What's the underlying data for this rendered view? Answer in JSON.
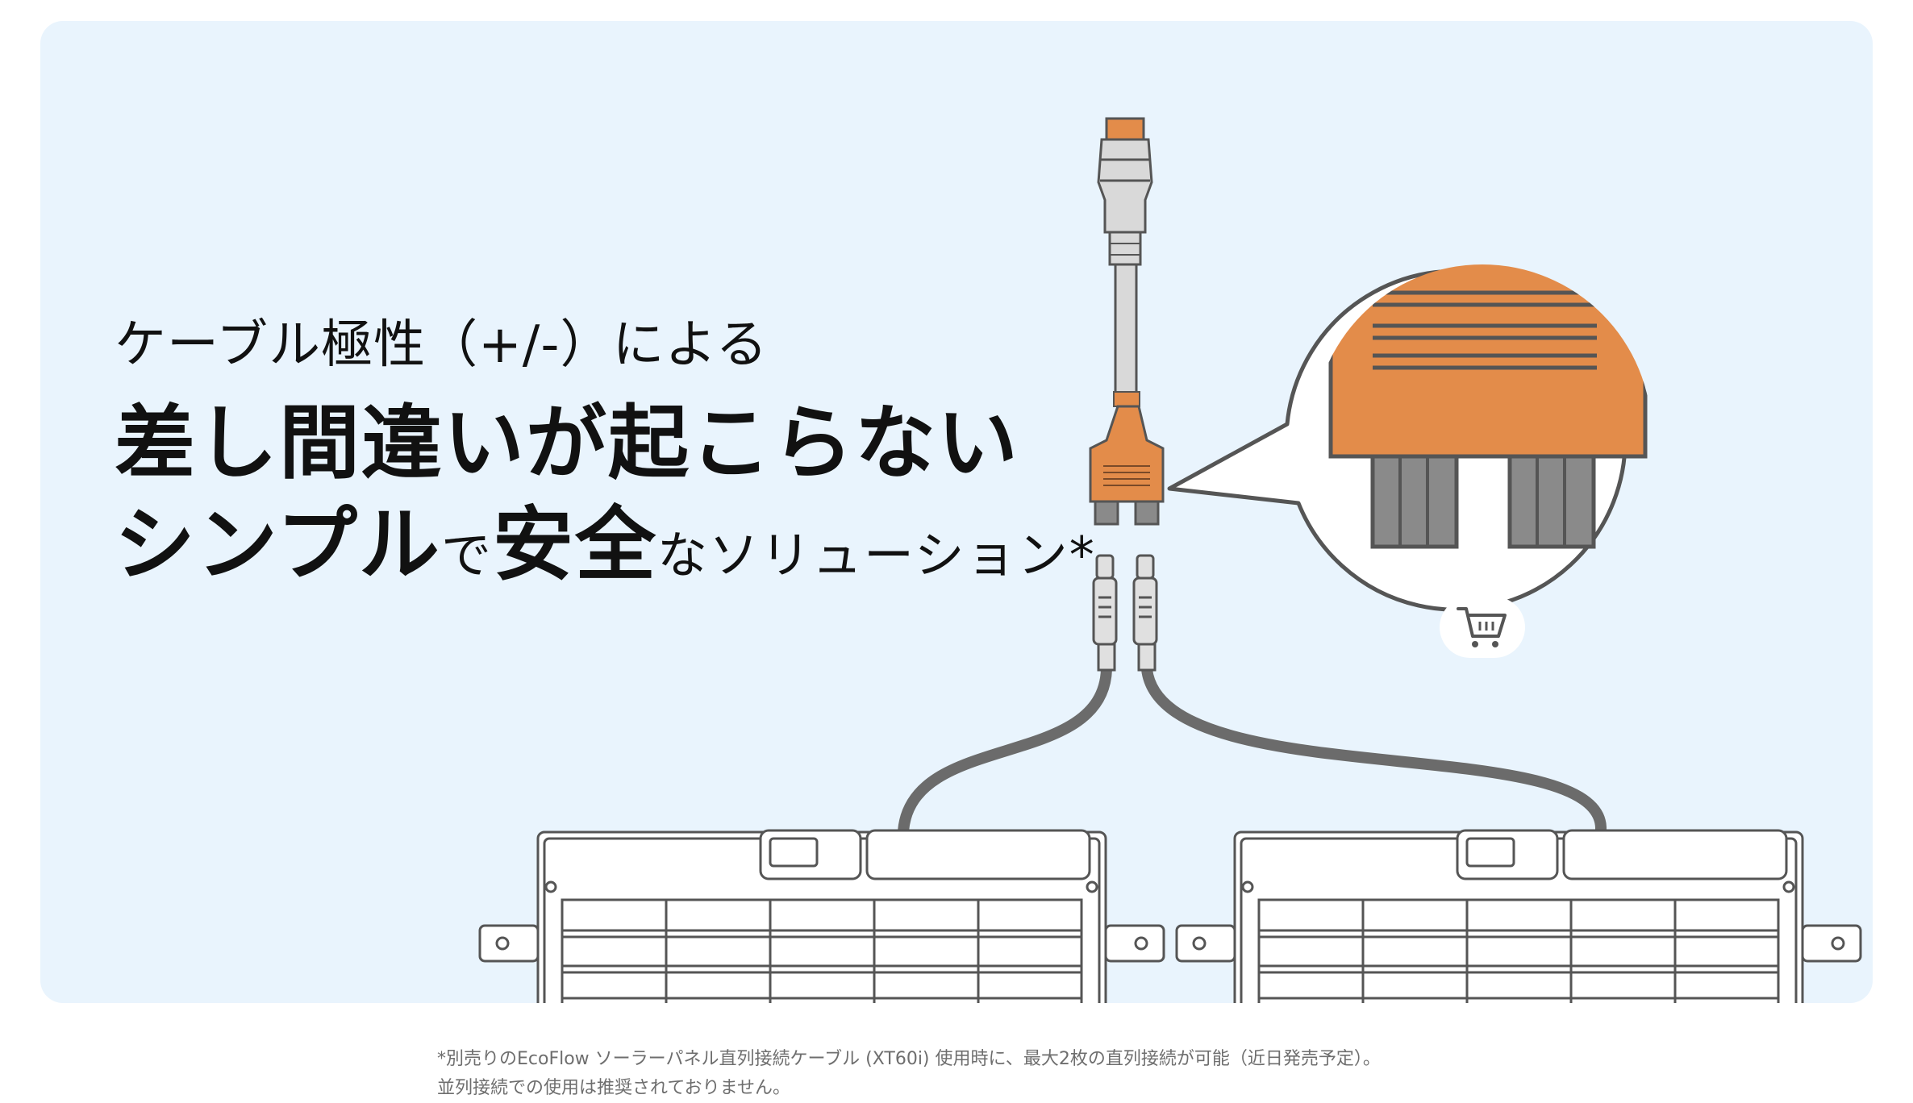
{
  "headline": {
    "line1": "ケーブル極性（+/-）による",
    "line2": "差し間違いが起こらない",
    "line3_part1": "シンプル",
    "line3_part2": "で",
    "line3_part3": "安全",
    "line3_part4": "なソリューション*"
  },
  "footnote": {
    "line1": "*別売りのEcoFlow ソーラーパネル直列接続ケーブル (XT60i) 使用時に、最大2枚の直列接続が可能（近日発売予定）。",
    "line2": "並列接続での使用は推奨されておりません。"
  },
  "icons": {
    "cart": "shopping-cart-icon"
  },
  "colors": {
    "background": "#e9f4fd",
    "connector_orange": "#e38c4a",
    "cable_gray": "#6b6b6b",
    "connector_light": "#d9d9d9"
  }
}
